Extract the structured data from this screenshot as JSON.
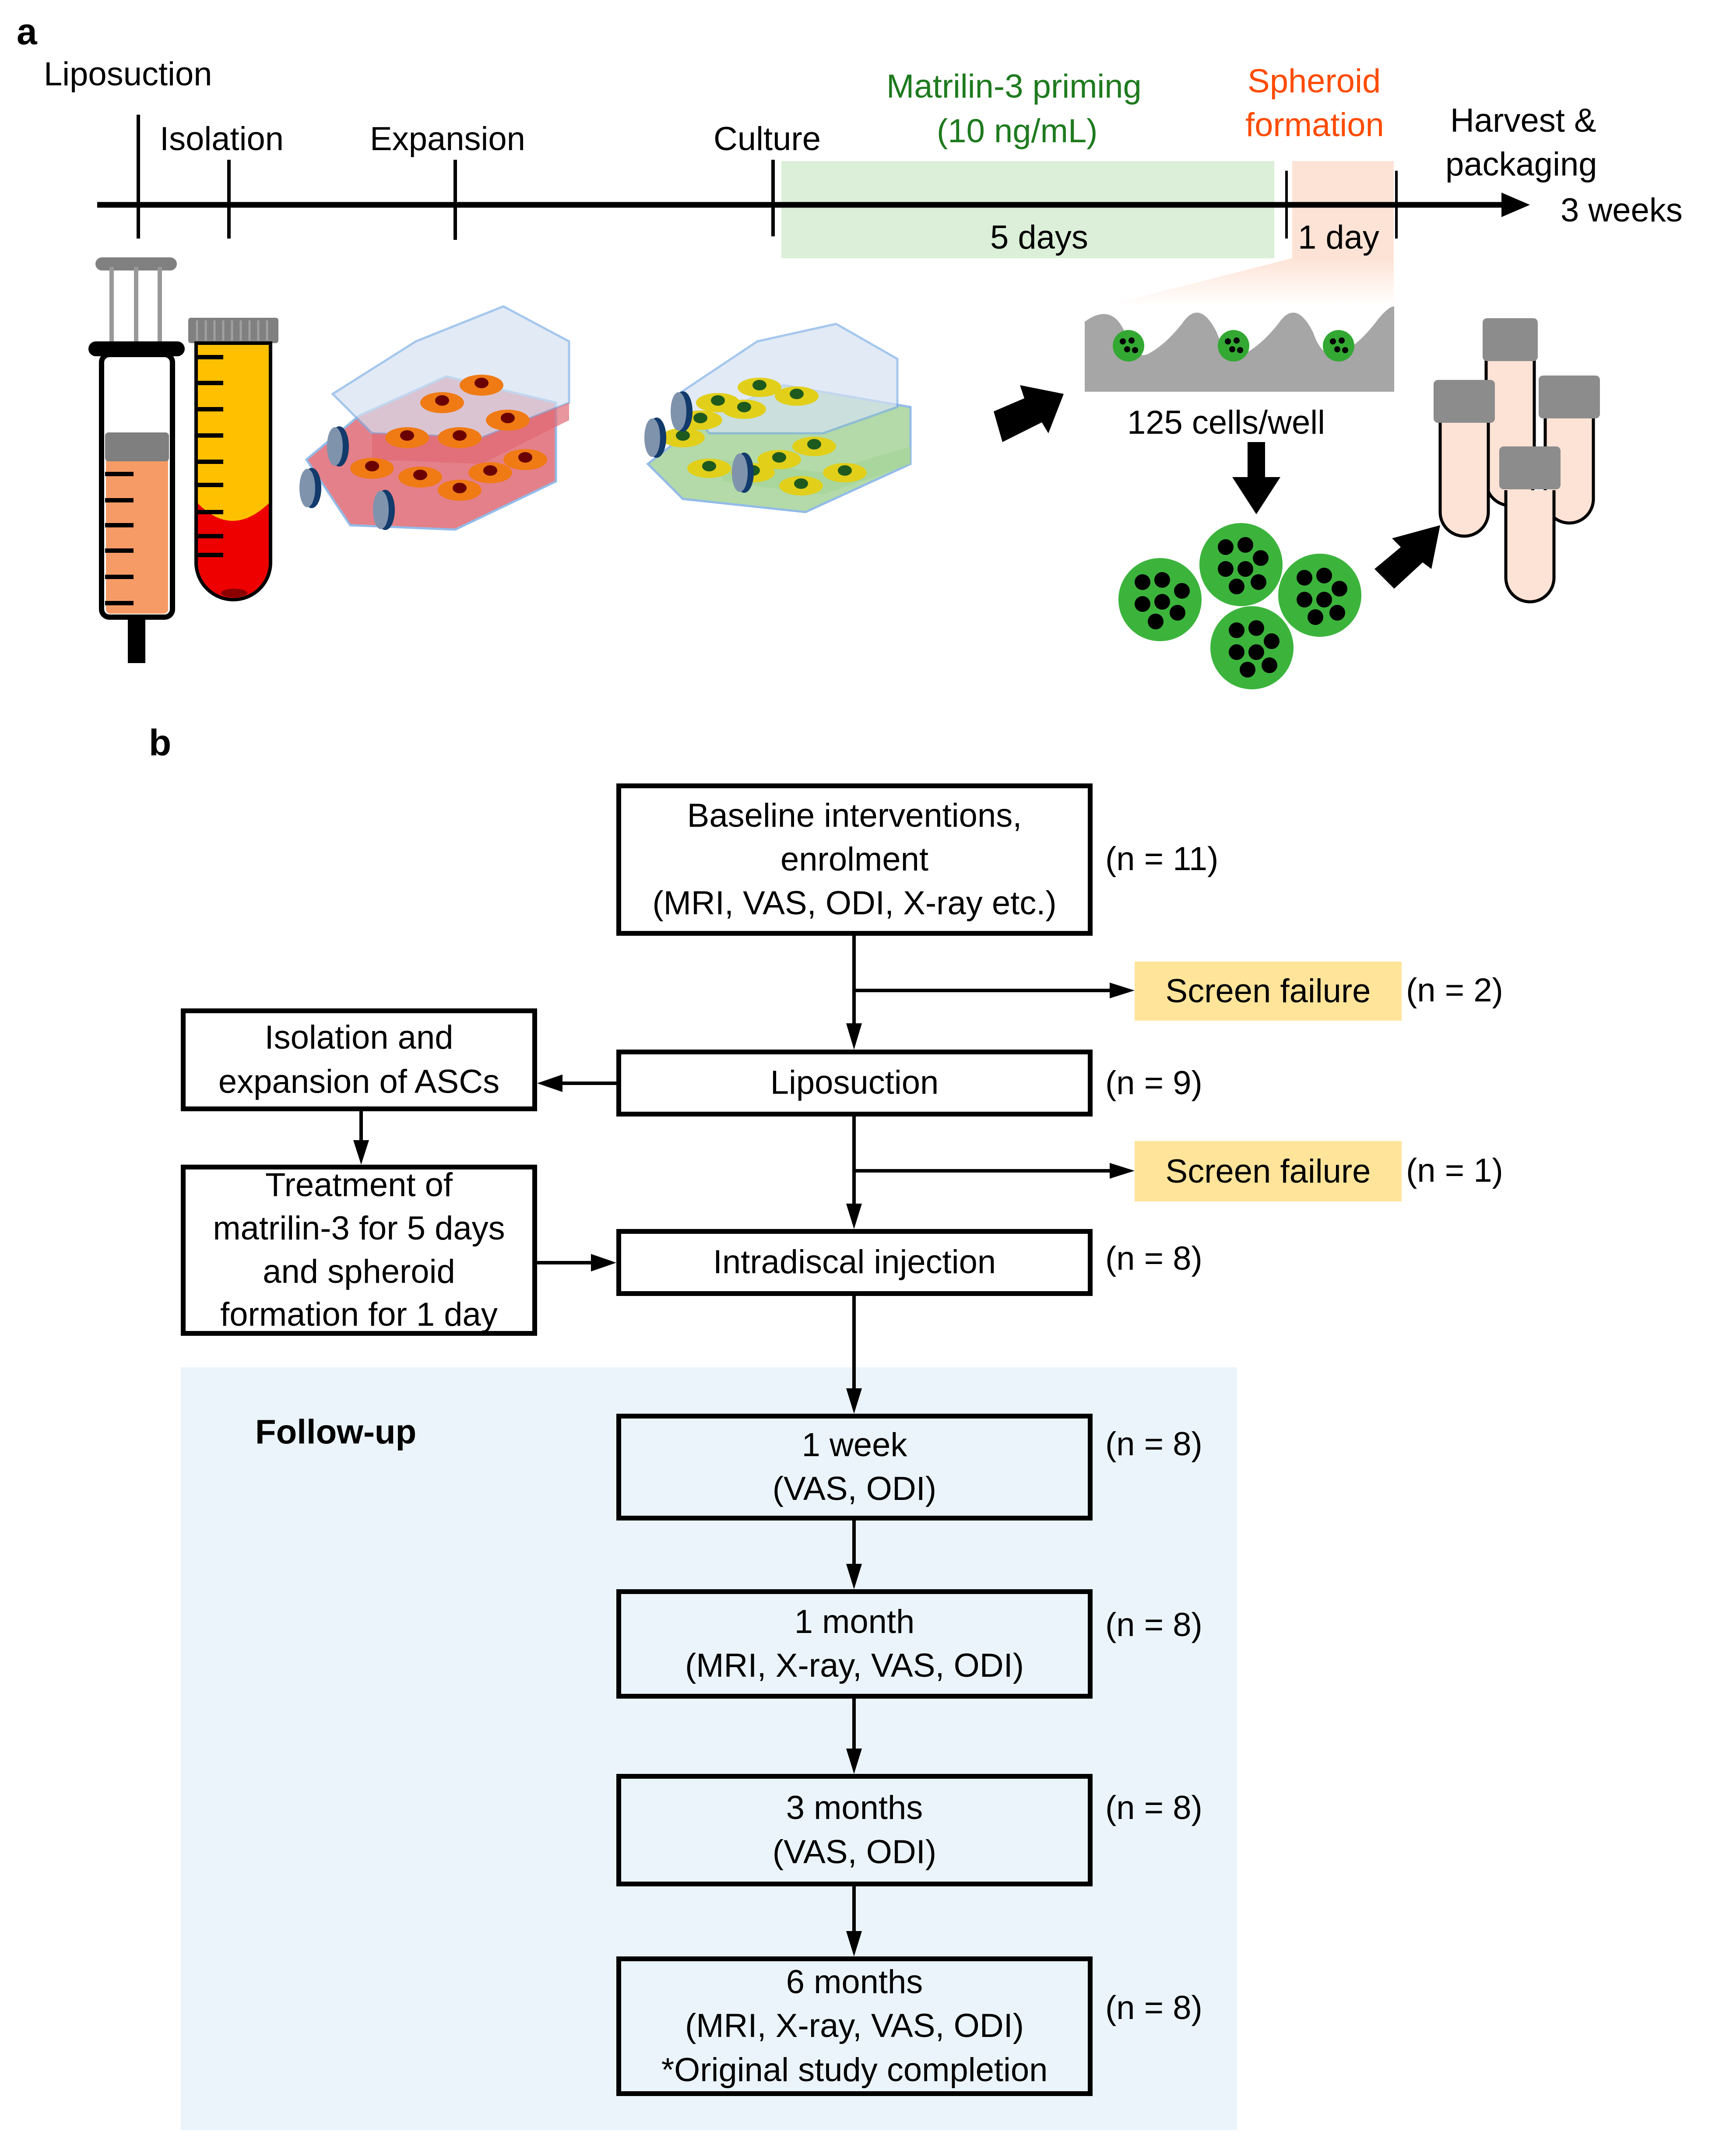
{
  "panel_a": {
    "label": "a",
    "timeline": {
      "steps": [
        {
          "label": "Liposuction"
        },
        {
          "label": "Isolation"
        },
        {
          "label": "Expansion"
        },
        {
          "label": "Culture"
        }
      ],
      "priming": {
        "title": "Matrilin-3 priming",
        "dose": "(10 ng/mL)",
        "duration": "5 days",
        "color": "#1e7a1e"
      },
      "spheroid": {
        "title_line1": "Spheroid",
        "title_line2": "formation",
        "duration": "1 day",
        "color": "#ff4b00"
      },
      "harvest": {
        "line1": "Harvest &",
        "line2": "packaging"
      },
      "total": "3 weeks"
    },
    "illustrations": {
      "well_caption": "125 cells/well"
    }
  },
  "panel_b": {
    "label": "b",
    "main_flow": [
      {
        "lines": [
          "Baseline interventions,",
          "enrolment",
          "(MRI, VAS, ODI, X-ray etc.)"
        ],
        "n": "(n = 11)"
      },
      {
        "lines": [
          "Liposuction"
        ],
        "n": "(n = 9)"
      },
      {
        "lines": [
          "Intradiscal injection"
        ],
        "n": "(n = 8)"
      }
    ],
    "screen_failures": [
      {
        "label": "Screen failure",
        "n": "(n = 2)"
      },
      {
        "label": "Screen failure",
        "n": "(n = 1)"
      }
    ],
    "side_flow": [
      {
        "lines": [
          "Isolation and",
          "expansion of ASCs"
        ]
      },
      {
        "lines": [
          "Treatment of",
          "matrilin-3 for 5 days",
          "and spheroid",
          "formation for 1 day"
        ]
      }
    ],
    "follow_up": {
      "title": "Follow-up",
      "visits": [
        {
          "lines": [
            "1 week",
            "(VAS, ODI)"
          ],
          "n": "(n = 8)"
        },
        {
          "lines": [
            "1 month",
            "(MRI, X-ray, VAS, ODI)"
          ],
          "n": "(n = 8)"
        },
        {
          "lines": [
            "3 months",
            "(VAS, ODI)"
          ],
          "n": "(n = 8)"
        },
        {
          "lines": [
            "6 months",
            "(MRI, X-ray, VAS, ODI)",
            "*Original study completion"
          ],
          "n": "(n = 8)"
        }
      ]
    },
    "colors": {
      "screen_failure_fill": "#ffe49a",
      "follow_up_fill": "#eaf4fa"
    }
  }
}
